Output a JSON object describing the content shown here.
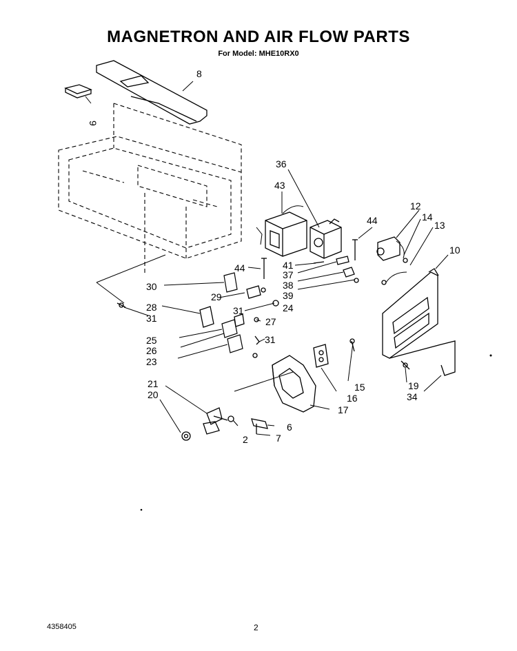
{
  "title": "MAGNETRON AND AIR FLOW PARTS",
  "subtitle": "For Model: MHE10RX0",
  "footer": {
    "doc_number": "4358405",
    "page_number": "2"
  },
  "callouts": [
    "8",
    "9",
    "36",
    "43",
    "44",
    "12",
    "14",
    "13",
    "10",
    "44",
    "41",
    "37",
    "38",
    "39",
    "30",
    "29",
    "31",
    "24",
    "28",
    "31",
    "27",
    "25",
    "31",
    "26",
    "23",
    "15",
    "16",
    "17",
    "19",
    "34",
    "21",
    "20",
    "6",
    "2",
    "7"
  ]
}
